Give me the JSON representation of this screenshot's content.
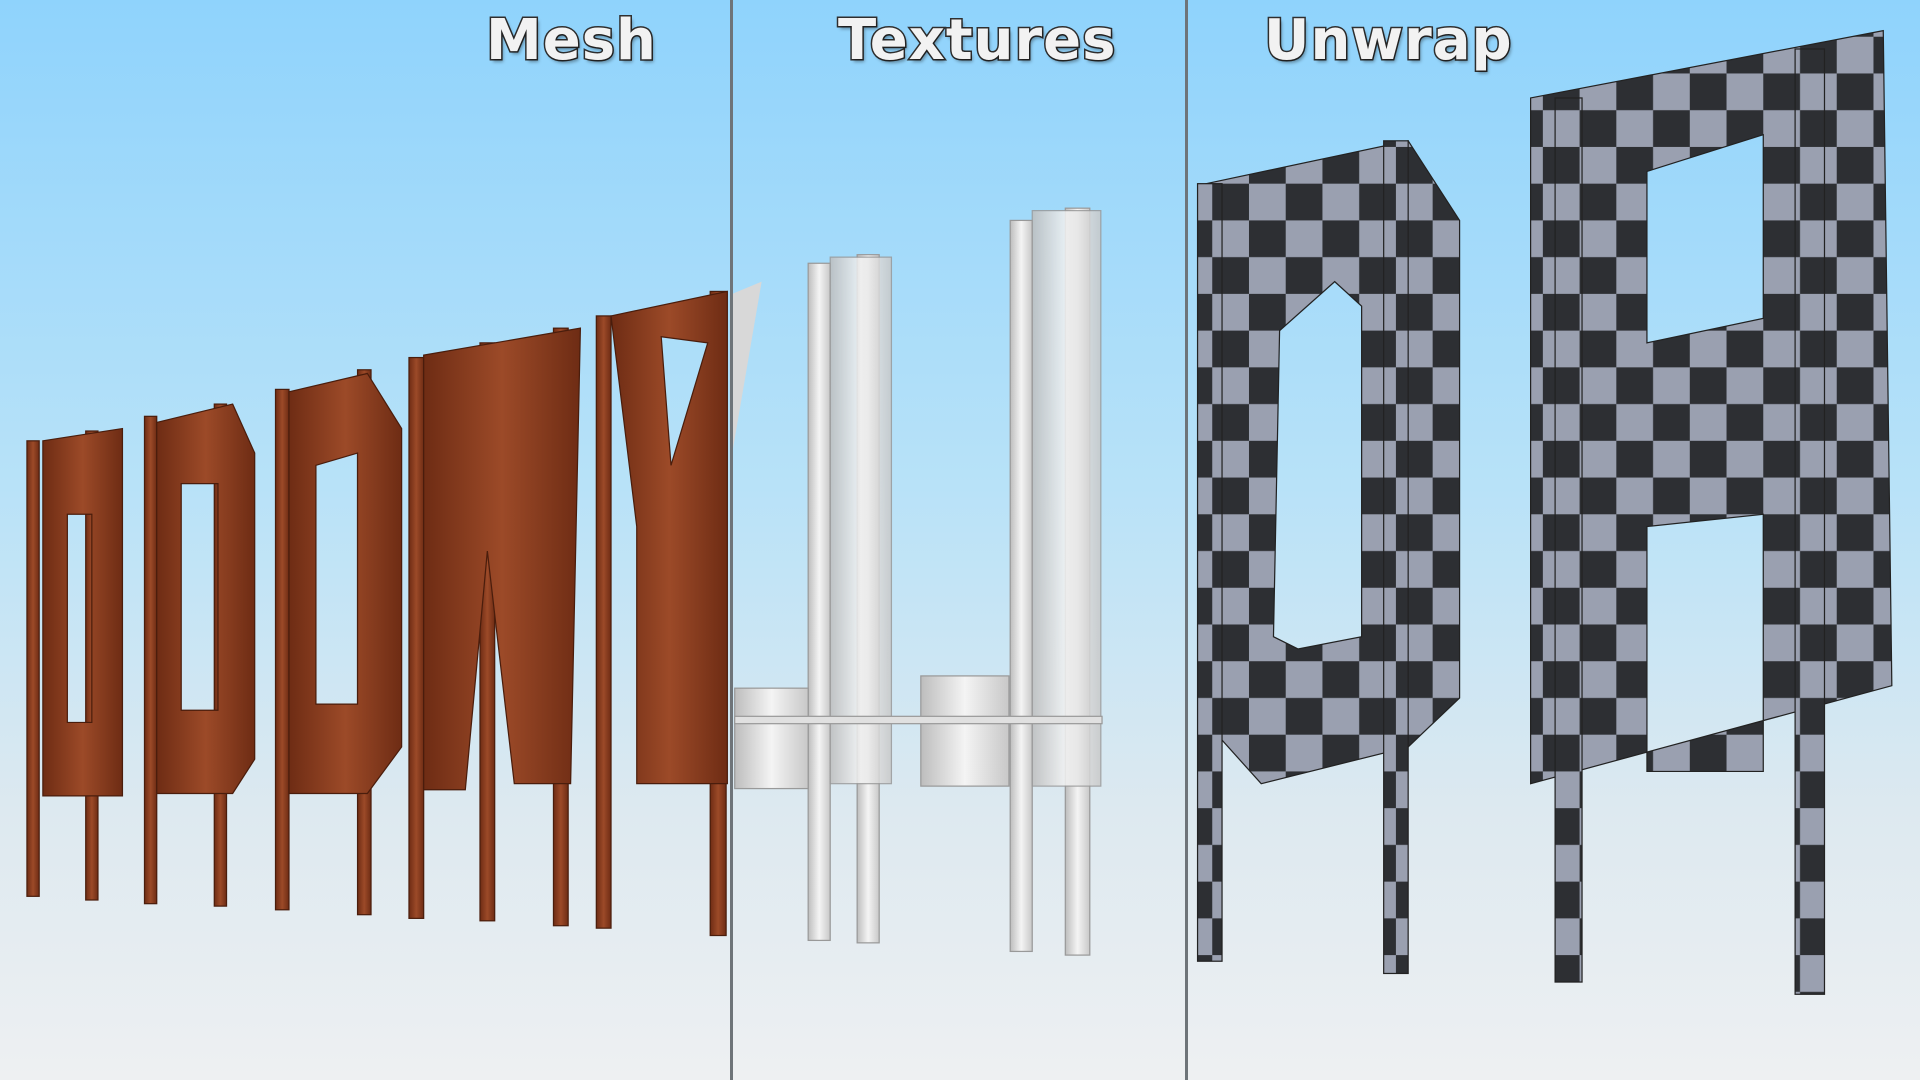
{
  "panels": [
    {
      "title": "Mesh",
      "style": "rust"
    },
    {
      "title": "Textures",
      "style": "white"
    },
    {
      "title": "Unwrap",
      "style": "checker"
    }
  ],
  "colors": {
    "sky_top": "#8fd3fc",
    "ground": "#eef0f2",
    "rust": "#8a3b1f",
    "divider": "#6e7479",
    "checker_dark": "#2d2f33",
    "checker_light": "#9aa0b0"
  }
}
